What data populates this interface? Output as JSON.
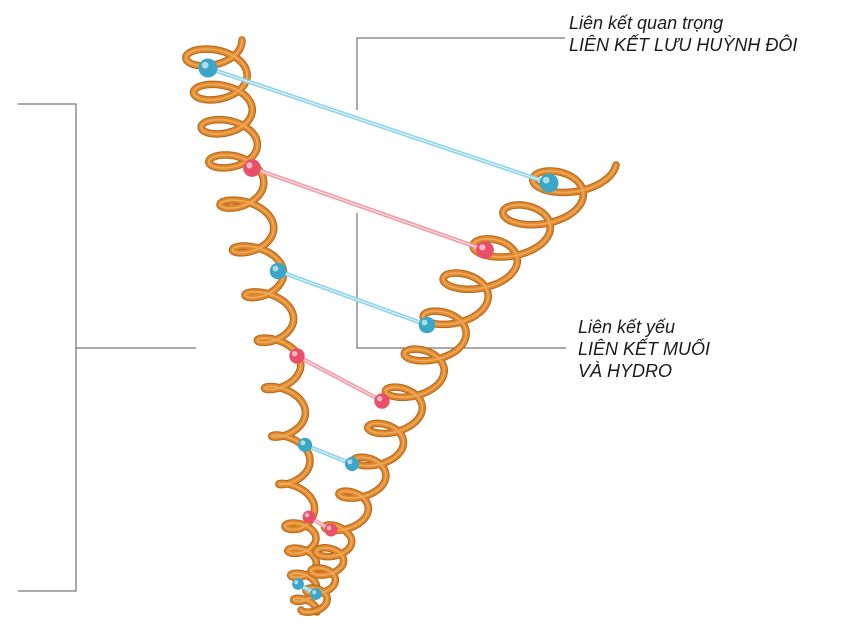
{
  "labels": {
    "strong": {
      "line1": "Liên kết quan trọng",
      "line2": "LIÊN KẾT LƯU HUỲNH ĐÔI"
    },
    "weak": {
      "line1": "Liên kết yếu",
      "line2": "LIÊN KẾT MUỐI",
      "line3": "VÀ HYDRO"
    }
  },
  "colors": {
    "helix": "#e0892c",
    "helix_dark": "#b5651a",
    "helix_light": "#f3b46a",
    "disulfide_bond": "#8fd3e8",
    "disulfide_node": "#3aa7c9",
    "salt_hydrogen_bond": "#f19aa6",
    "salt_hydrogen_node": "#e8506a",
    "leader_line": "#555555"
  },
  "icons": {
    "left_helix": "orange-coiled-helix",
    "right_helix": "orange-coiled-helix",
    "blue_link": "disulfide-bridge",
    "red_link": "salt-hydrogen-bridge"
  }
}
